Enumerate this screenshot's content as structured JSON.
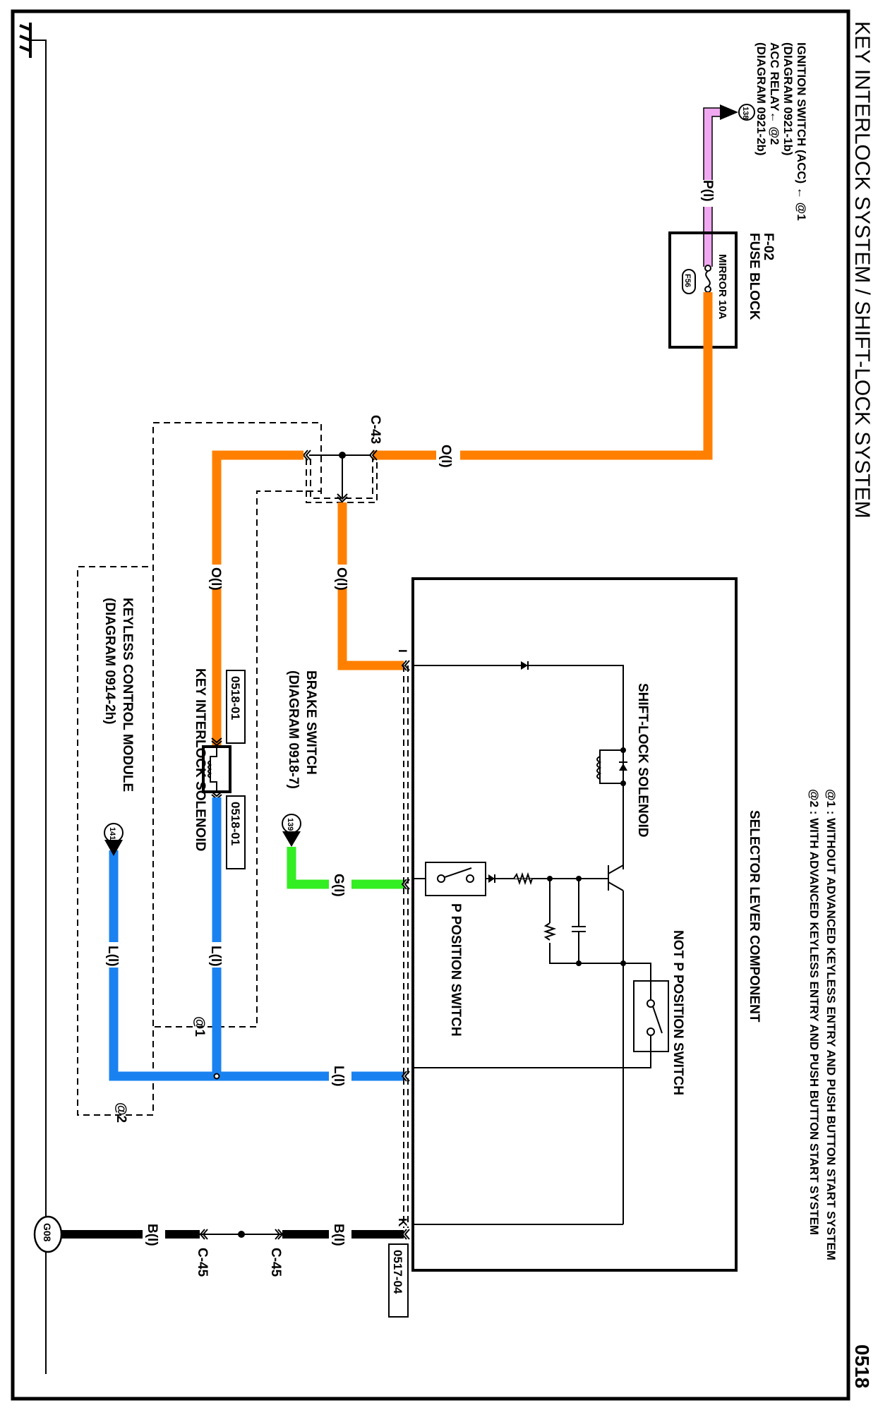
{
  "title": "KEY INTERLOCK SYSTEM / SHIFT-LOCK SYSTEM",
  "page_number": "0518",
  "notes": [
    "@1 : WITHOUT ADVANCED KEYLESS ENTRY AND PUSH BUTTON START SYSTEM",
    "@2 : WITH ADVANCED KEYLESS ENTRY AND PUSH BUTTON START SYSTEM"
  ],
  "colors": {
    "pink": "#f0a8f0",
    "orange": "#ff8000",
    "green": "#33ee22",
    "blue": "#1a82f0",
    "black": "#000000"
  },
  "power_source": {
    "line1": "IGNITION SWITCH (ACC) ← @1",
    "line2": "(DIAGRAM 0921-1b)",
    "line3": "ACC RELAY← @2",
    "line4": "(DIAGRAM 0921-2b)",
    "badge": "138"
  },
  "fuse_block": {
    "id": "F-02",
    "name": "FUSE BLOCK",
    "fuse_label": "MIRROR 10A",
    "fuse_id": "F56"
  },
  "wires": {
    "pink": "P(l)",
    "orange_main": "O(l)",
    "orange_branch_right": "O(l)",
    "orange_branch_left": "O(l)",
    "green": "G(l)",
    "blue_solenoid": "L(l)",
    "blue_keyless": "L(l)",
    "blue_main": "L(l)",
    "black_right": "B(l)",
    "black_left": "B(l)"
  },
  "connectors": {
    "c43": "C-43",
    "c45_right": "C-45",
    "c45_left": "C-45",
    "pin_i": "I",
    "pin_k": "K",
    "ref_0518_01_top": "0518-01",
    "ref_0518_01_bottom": "0518-01",
    "ref_0517_04": "0517-04"
  },
  "selector_lever": {
    "title": "SELECTOR LEVER COMPONENT",
    "shift_lock_solenoid": "SHIFT-LOCK SOLENOID",
    "p_position_switch": "P POSITION SWITCH",
    "not_p_position_switch": "NOT P POSITION SWITCH"
  },
  "brake_switch": {
    "line1": "BRAKE SWITCH",
    "line2": "(DIAGRAM 0918-7)",
    "badge": "139"
  },
  "key_interlock_solenoid": {
    "label": "KEY INTERLOCK SOLENOID"
  },
  "keyless_module": {
    "line1": "KEYLESS CONTROL MODULE",
    "line2": "(DIAGRAM 0914-2h)",
    "badge": "141"
  },
  "option_tags": {
    "at1": "@1",
    "at2": "@2"
  },
  "ground": {
    "id": "G08"
  }
}
